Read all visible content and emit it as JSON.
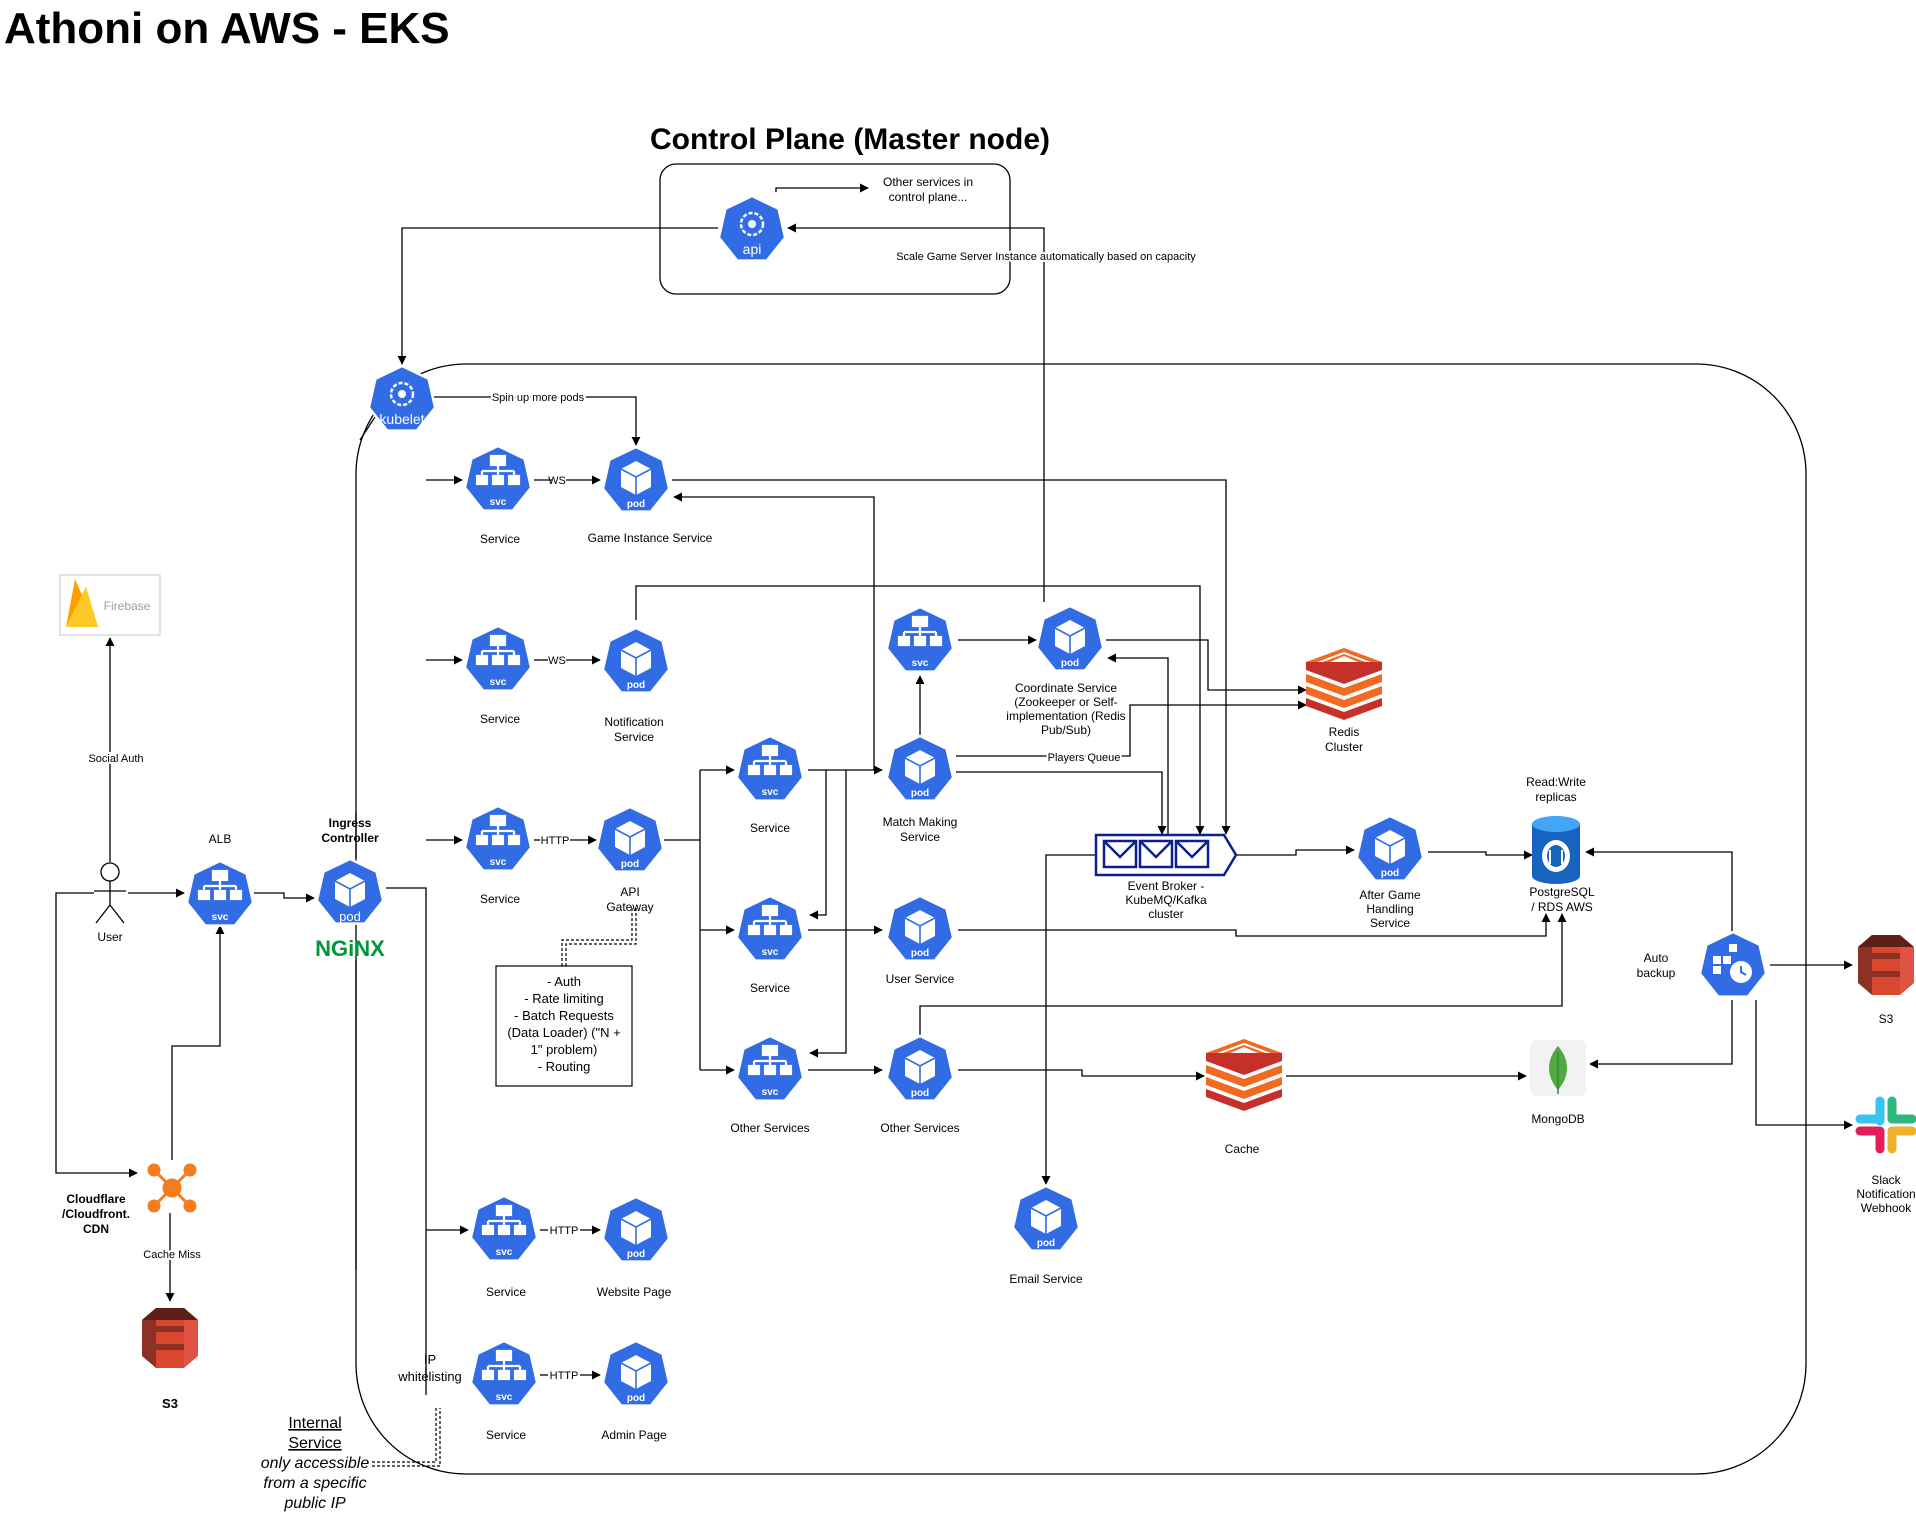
{
  "title": "Athoni on AWS - EKS",
  "control_plane": {
    "title": "Control Plane (Master node)",
    "api_label": "api",
    "other_services": [
      "Other services in",
      "control plane..."
    ],
    "scale_note": "Scale Game Server Instance automatically based on capacity"
  },
  "kubelet_label": "kubelet",
  "spin_up_label": "Spin up more pods",
  "icons": {
    "svc": "svc",
    "pod": "pod"
  },
  "firebase_label": "Firebase",
  "user_label": "User",
  "social_auth_label": "Social Auth",
  "alb_label": "ALB",
  "ingress": {
    "label": [
      "Ingress",
      "Controller"
    ],
    "pod_label": "pod",
    "nginx": "NGiNX"
  },
  "cdn_label": [
    "Cloudflare",
    "/Cloudfront.",
    "CDN"
  ],
  "cache_miss_label": "Cache Miss",
  "s3_left_label": "S3",
  "edge_labels": {
    "ws": "WS",
    "http": "HTTP",
    "players_queue": "Players Queue"
  },
  "service_label": "Service",
  "other_services_label": "Other Services",
  "game_instance_label": "Game Instance Service",
  "notification_label": [
    "Notification",
    "Service"
  ],
  "api_gateway_label": [
    "API",
    "Gateway"
  ],
  "gateway_notes": [
    "- Auth",
    "- Rate limiting",
    "- Batch Requests",
    "(Data Loader) (\"N +",
    "1\" problem)",
    "- Routing"
  ],
  "match_making_label": [
    "Match Making",
    "Service"
  ],
  "user_service_label": "User Service",
  "coordinate_label": [
    "Coordinate Service",
    "(Zookeeper or Self-",
    "implementation (Redis",
    "Pub/Sub)"
  ],
  "redis_label": [
    "Redis",
    "Cluster"
  ],
  "event_broker_label": [
    "Event Broker -",
    "KubeMQ/Kafka",
    "cluster"
  ],
  "after_game_label": [
    "After Game",
    "Handling",
    "Service"
  ],
  "read_write_label": [
    "Read:Write",
    "replicas"
  ],
  "postgres_label": [
    "PostgreSQL",
    "/ RDS AWS"
  ],
  "auto_backup_label": [
    "Auto",
    "backup"
  ],
  "s3_right_label": "S3",
  "slack_label": [
    "Slack",
    "Notification",
    "Webhook"
  ],
  "mongodb_label": "MongoDB",
  "cache_label": "Cache",
  "email_label": "Email Service",
  "website_label": "Website Page",
  "admin_label": "Admin Page",
  "ip_whitelisting_label": [
    "IP",
    "whitelisting"
  ],
  "internal_note": {
    "underlined": [
      "Internal",
      "Service"
    ],
    "italic": [
      "only accessible",
      "from a specific",
      "public IP"
    ]
  },
  "colors": {
    "k8s_blue": "#326CE5",
    "aws_red": "#D9472F",
    "redis_orange": "#F26A21",
    "firebase_yellow": "#FFA000",
    "nginx_green": "#009639",
    "broker_navy": "#0B1F8F",
    "cdn_orange": "#F57C1F"
  }
}
